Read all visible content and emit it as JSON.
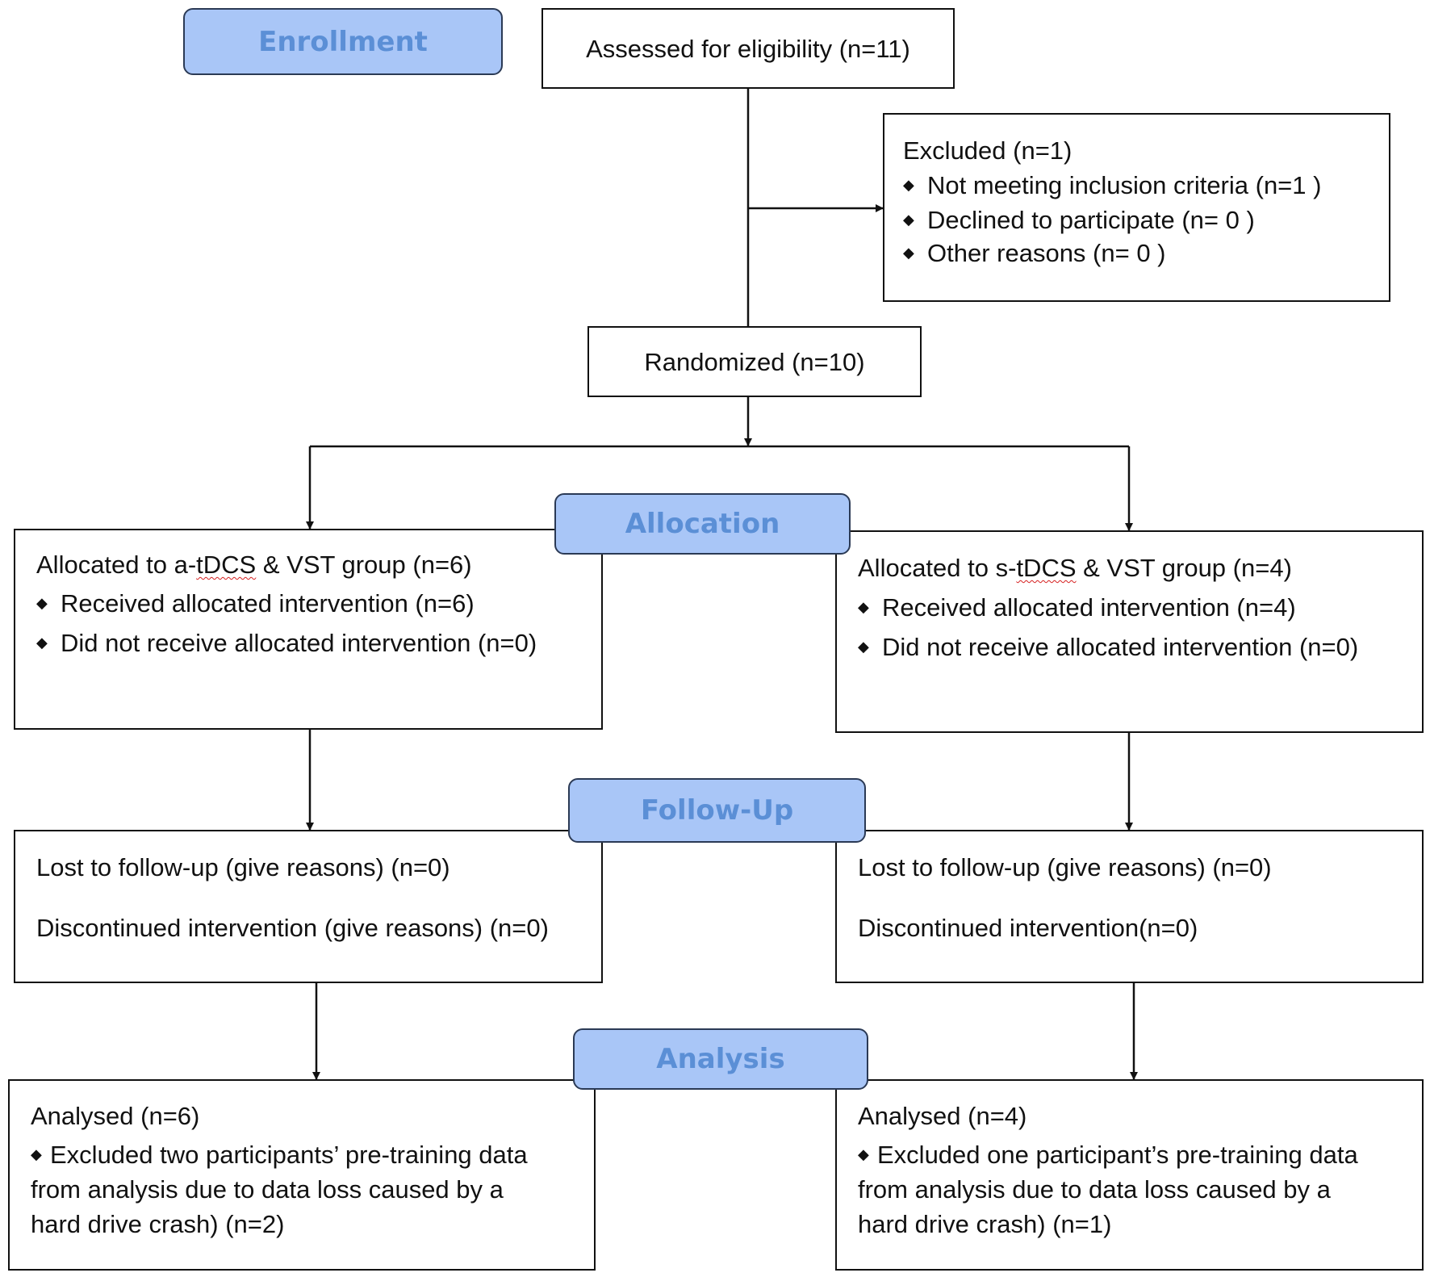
{
  "stages": {
    "enrollment": "Enrollment",
    "allocation": "Allocation",
    "follow_up": "Follow-Up",
    "analysis": "Analysis"
  },
  "assessed": "Assessed for eligibility (n=11)",
  "excluded": {
    "title": "Excluded (n=1)",
    "items": [
      "Not meeting inclusion criteria (n=1 )",
      "Declined to participate (n= 0 )",
      "Other reasons (n= 0 )"
    ]
  },
  "randomized": "Randomized (n=10)",
  "left_arm": {
    "allocation": {
      "title_prefix": "Allocated to a-",
      "title_mark": "tDCS",
      "title_suffix": " & VST group (n=6)",
      "items": [
        "Received allocated intervention (n=6)",
        "Did not receive allocated intervention (n=0)"
      ]
    },
    "follow_up": {
      "lost": "Lost to follow-up (give reasons) (n=0)",
      "discontinued": "Discontinued intervention (give reasons) (n=0)"
    },
    "analysis": {
      "title": "Analysed (n=6)",
      "line1": "Excluded two participants’ pre-training data",
      "line2": "from analysis due to data loss caused by a",
      "line3": "hard drive crash) (n=2)"
    }
  },
  "right_arm": {
    "allocation": {
      "title_prefix": "Allocated to s-",
      "title_mark": "tDCS",
      "title_suffix": " & VST group (n=4)",
      "items": [
        "Received allocated intervention (n=4)",
        "Did not receive allocated intervention (n=0)"
      ]
    },
    "follow_up": {
      "lost": "Lost to follow-up (give reasons) (n=0)",
      "discontinued": "Discontinued intervention(n=0)"
    },
    "analysis": {
      "title": "Analysed (n=4)",
      "line1": "Excluded one participant’s pre-training data",
      "line2": "from analysis due to data loss caused by a",
      "line3": "hard drive crash) (n=1)"
    }
  },
  "bullet_glyph": "◆"
}
